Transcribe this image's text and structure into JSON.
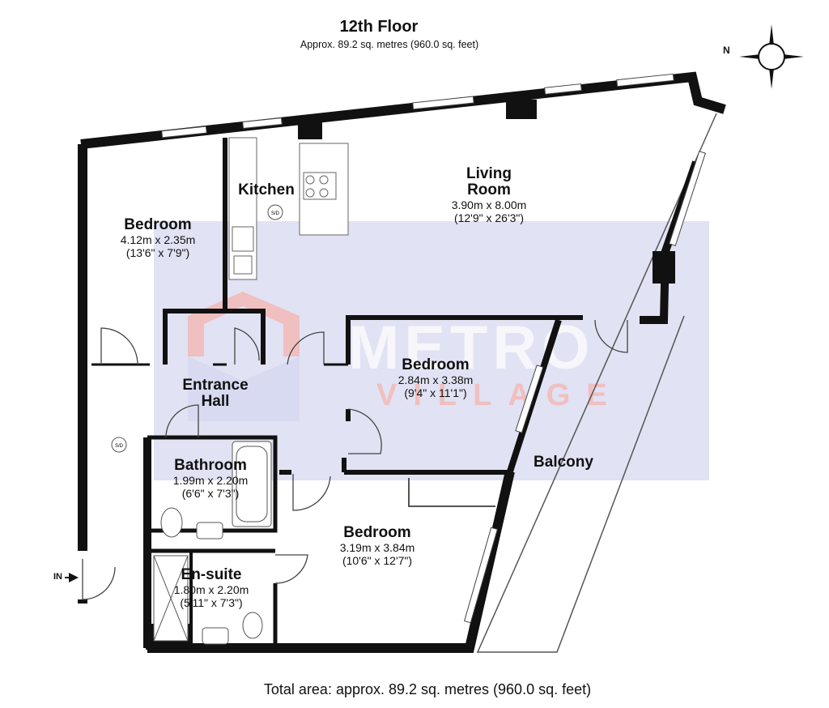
{
  "header": {
    "floor": "12th Floor",
    "area": "Approx. 89.2 sq. metres (960.0 sq. feet)"
  },
  "compass": {
    "north_label": "N"
  },
  "entrance": {
    "label": "IN"
  },
  "watermark": {
    "line1": "METRO",
    "line2": "VILLAGE",
    "color": "#8a8fd6",
    "accent": "#e05a5a"
  },
  "smoke_detector_label": "S/D",
  "rooms": {
    "living": {
      "name_line1": "Living",
      "name_line2": "Room",
      "metric": "3.90m x 8.00m",
      "imperial": "(12'9\" x 26'3\")"
    },
    "kitchen": {
      "name": "Kitchen"
    },
    "bedroom1": {
      "name": "Bedroom",
      "metric": "4.12m x 2.35m",
      "imperial": "(13'6\" x 7'9\")"
    },
    "bedroom2": {
      "name": "Bedroom",
      "metric": "2.84m x 3.38m",
      "imperial": "(9'4\" x 11'1\")"
    },
    "bedroom3": {
      "name": "Bedroom",
      "metric": "3.19m x 3.84m",
      "imperial": "(10'6\" x 12'7\")"
    },
    "hall": {
      "name_line1": "Entrance",
      "name_line2": "Hall"
    },
    "bathroom": {
      "name": "Bathroom",
      "metric": "1.99m x 2.20m",
      "imperial": "(6'6\" x 7'3\")"
    },
    "ensuite": {
      "name": "En-suite",
      "metric": "1.80m x 2.20m",
      "imperial": "(5'11\" x 7'3\")"
    },
    "balcony": {
      "name": "Balcony"
    }
  },
  "footer": {
    "total": "Total area: approx. 89.2 sq. metres (960.0 sq. feet)"
  }
}
